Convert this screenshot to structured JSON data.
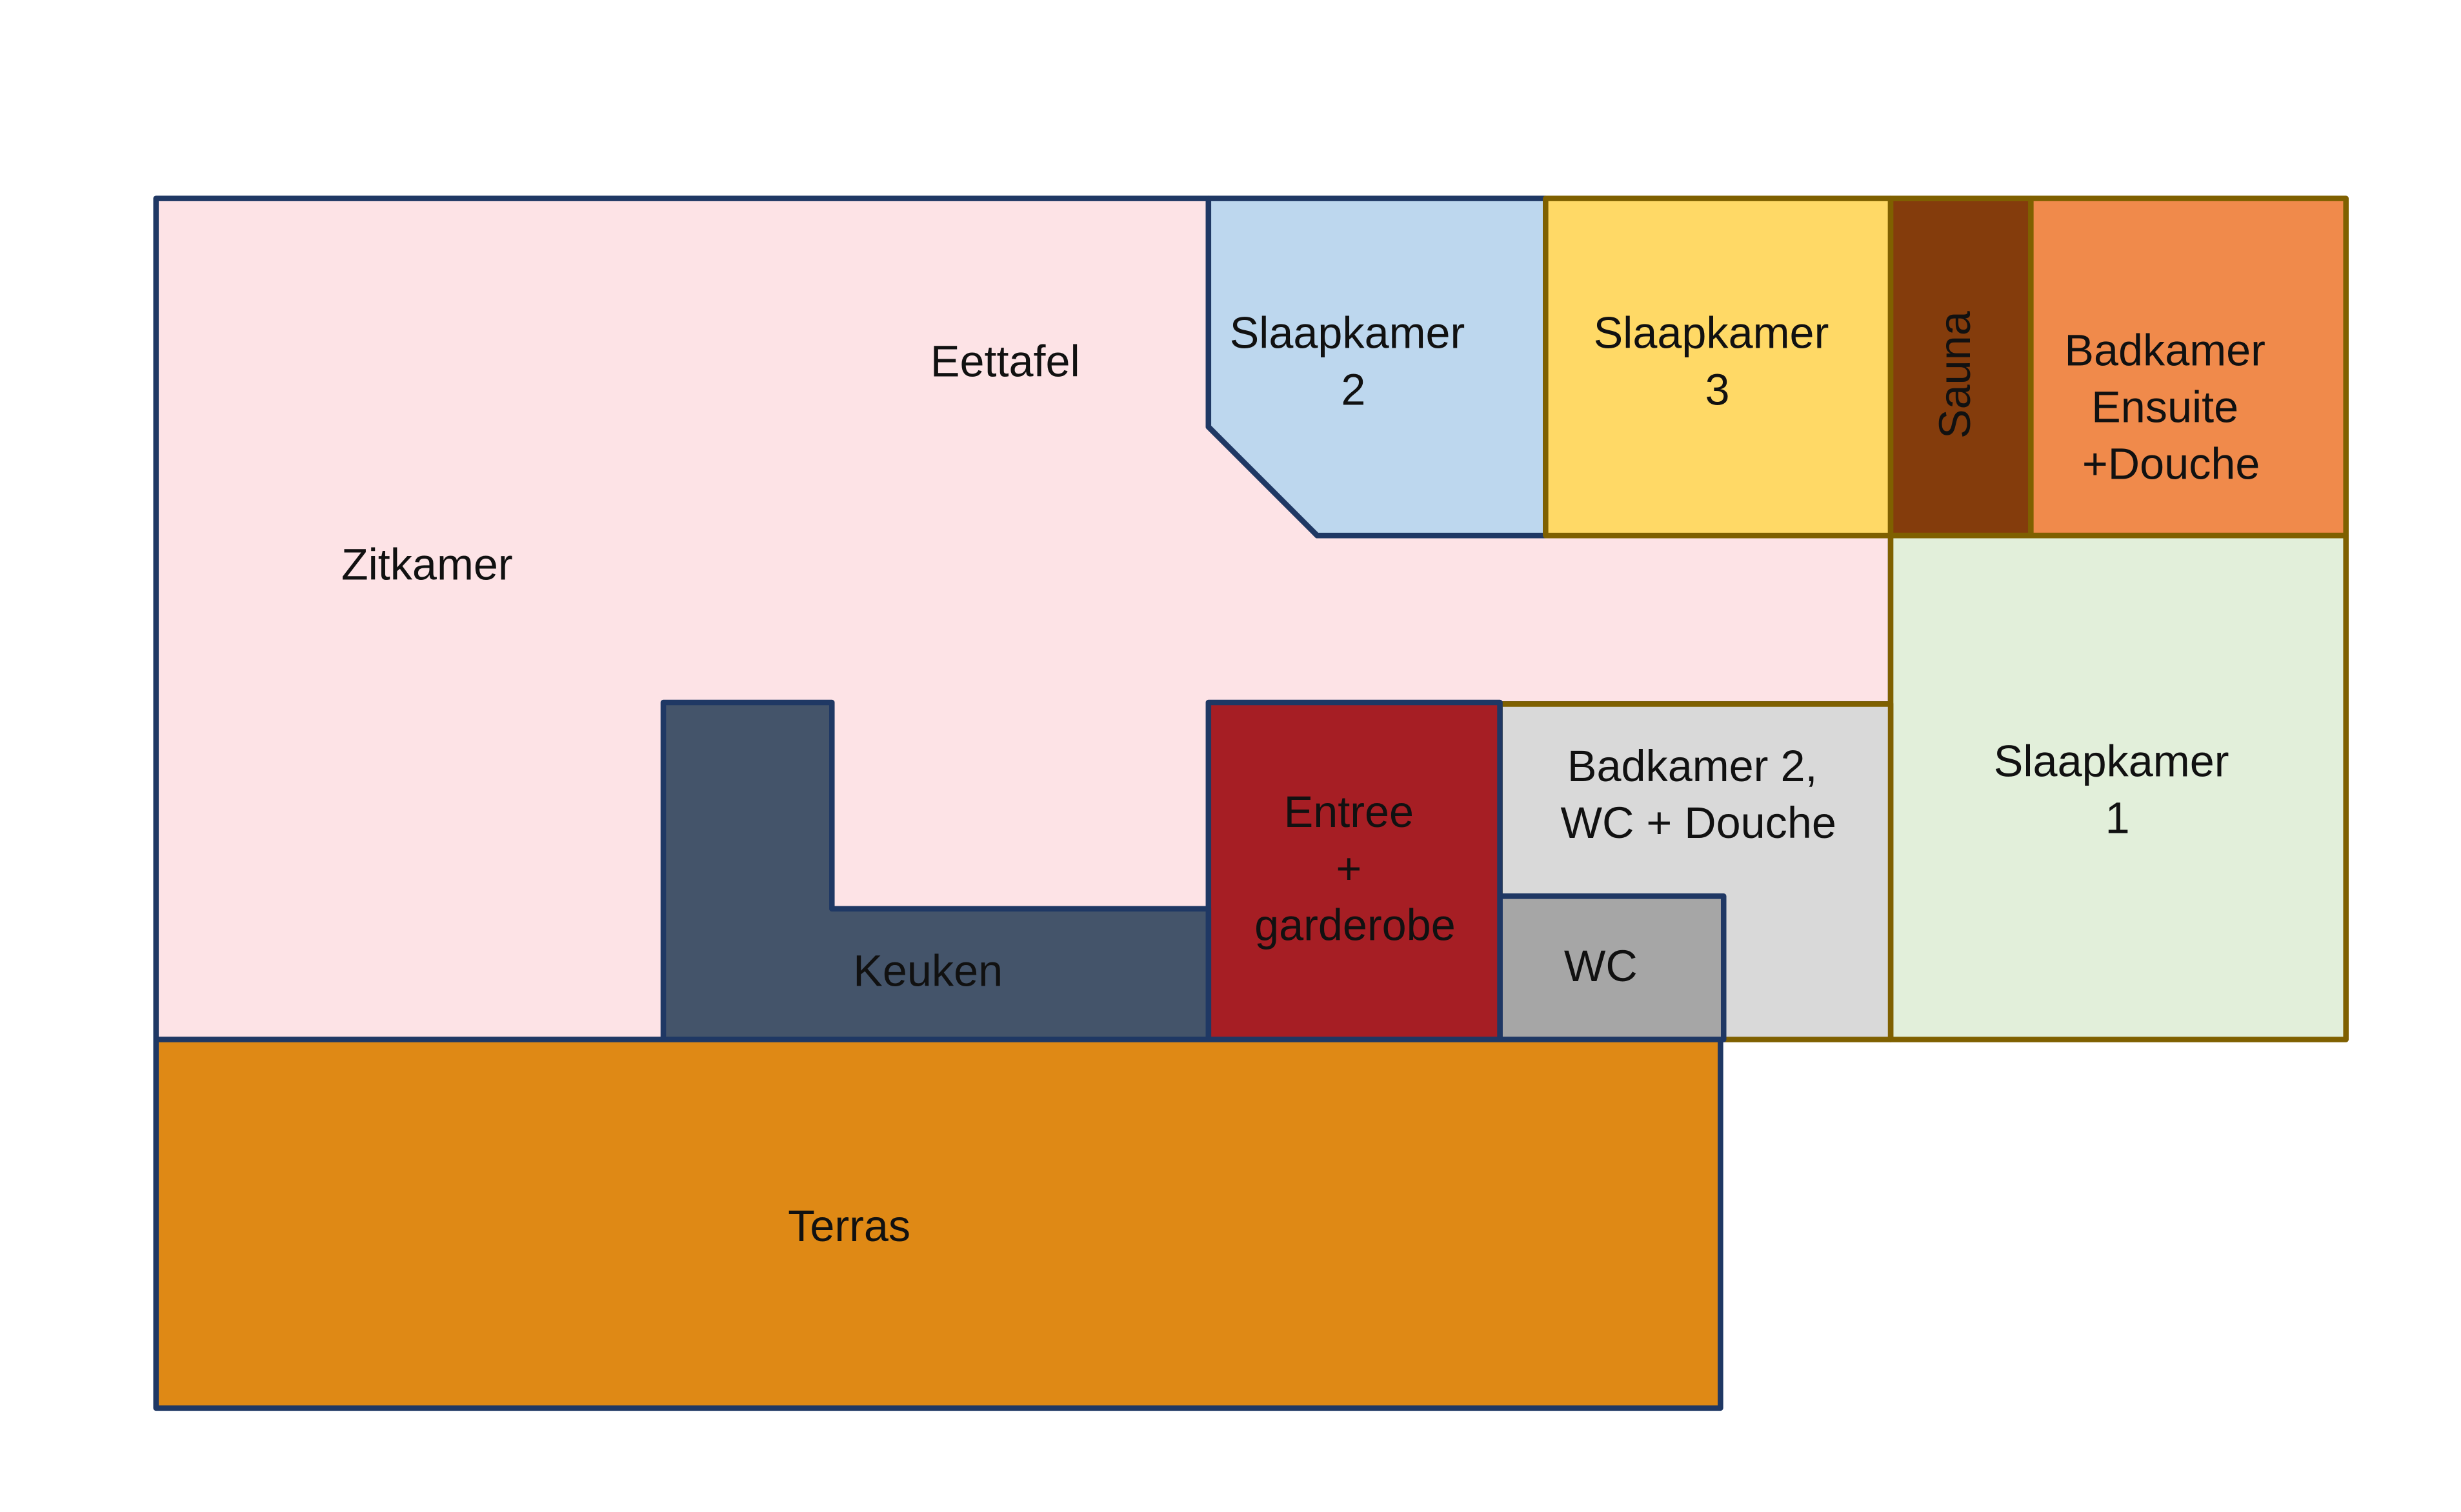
{
  "floorplan": {
    "rooms": {
      "zitkamer": {
        "label": "Zitkamer",
        "color": "#FDE3E6",
        "stroke": "#1F3864"
      },
      "eettafel": {
        "label": "Eettafel"
      },
      "slaapkamer_2": {
        "label_lines": [
          "Slaapkamer",
          "2"
        ],
        "color": "#BDD7EE",
        "stroke": "#1F3864"
      },
      "slaapkamer_3": {
        "label_lines": [
          "Slaapkamer",
          "3"
        ],
        "color": "#FFD966",
        "stroke": "#7F6000"
      },
      "sauna": {
        "label": "Sauna",
        "color": "#843C0C",
        "stroke": "#7F6000"
      },
      "badkamer_ensuite": {
        "label_lines": [
          "Badkamer",
          "Ensuite",
          "+Douche"
        ],
        "color": "#F08A4B",
        "stroke": "#7F6000"
      },
      "slaapkamer_1": {
        "label_lines": [
          "Slaapkamer",
          "1"
        ],
        "color": "#E2EFDA",
        "stroke": "#7F6000"
      },
      "badkamer_2": {
        "label_lines": [
          "Badkamer 2,",
          "WC + Douche"
        ],
        "color": "#D9D9D9",
        "stroke": "#7F6000"
      },
      "wc": {
        "label": "WC",
        "color": "#A6A6A6",
        "stroke": "#1F3864"
      },
      "entree": {
        "label_lines": [
          "Entree",
          "+",
          "garderobe"
        ],
        "color": "#A61E24",
        "stroke": "#1F3864"
      },
      "keuken": {
        "label": "Keuken",
        "color": "#44546A",
        "stroke": "#1F3864"
      },
      "terras": {
        "label": "Terras",
        "color": "#DF8915",
        "stroke": "#1F3864"
      }
    }
  }
}
